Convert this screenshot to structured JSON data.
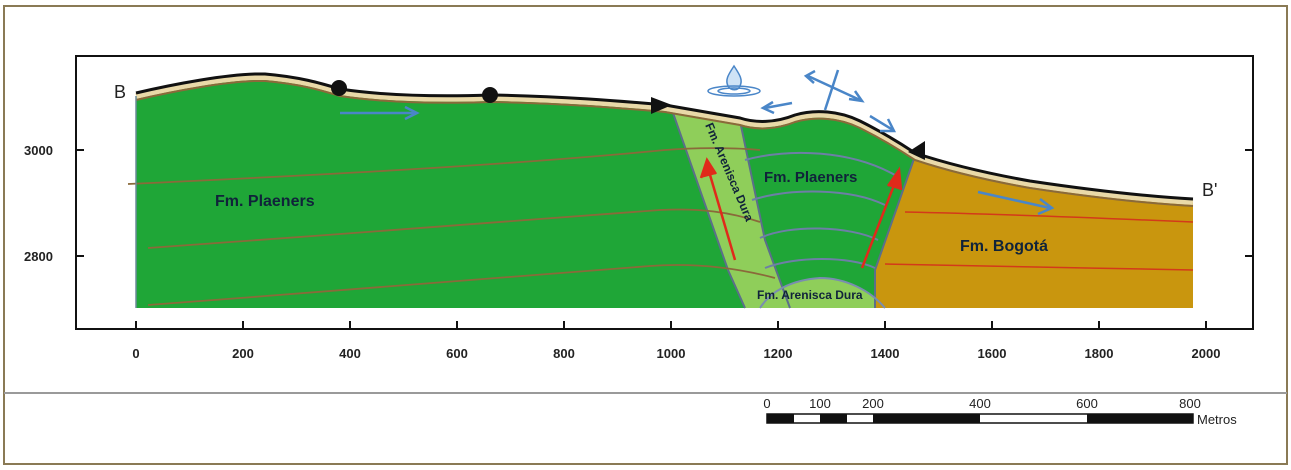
{
  "diagram": {
    "section_start": "B",
    "section_end": "B'",
    "x_ticks": [
      "0",
      "200",
      "400",
      "600",
      "800",
      "1000",
      "1200",
      "1400",
      "1600",
      "1800",
      "2000"
    ],
    "y_ticks": [
      "3000",
      "2800"
    ],
    "formations": {
      "plaeners_west": "Fm. Plaeners",
      "arenisca_dura_dipping": "Fm. Arenisca Dura",
      "plaeners_core": "Fm. Plaeners",
      "arenisca_dura_core": "Fm. Arenisca Dura",
      "bogota": "Fm. Bogotá"
    },
    "scale_bar": {
      "labels": [
        "0",
        "100",
        "200",
        "400",
        "600",
        "800"
      ],
      "unit": "Metros"
    },
    "colors": {
      "plaeners": "#1fa637",
      "arenisca_dura": "#8fce5a",
      "bogota": "#c9960e",
      "flow_arrows": "#4a86c8",
      "fault_arrows": "#e02a1a",
      "bedding": "#8a6a3a"
    }
  }
}
